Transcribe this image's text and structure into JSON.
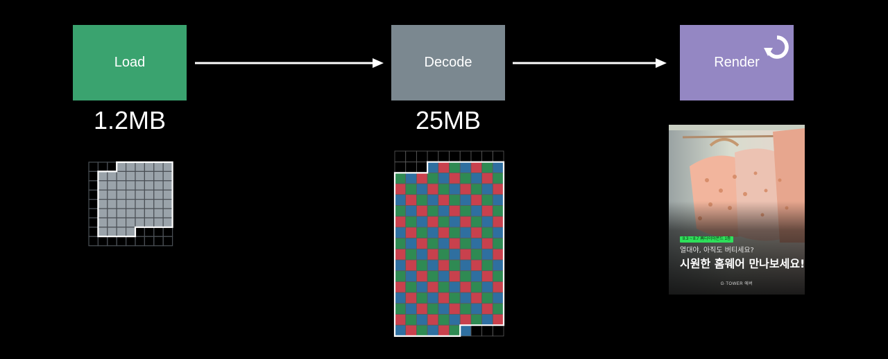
{
  "stages": {
    "load": {
      "label": "Load",
      "color": "#3aa36f",
      "size": "1.2MB"
    },
    "decode": {
      "label": "Decode",
      "color": "#7b8890",
      "size": "25MB"
    },
    "render": {
      "label": "Render",
      "color": "#9487c3",
      "icon": "rotate-cw-icon"
    }
  },
  "arrows": {
    "color": "#ffffff"
  },
  "pixel_grids": {
    "load": {
      "cell_color": "#9aa3aa",
      "line_color": "#4a4f55"
    },
    "decode": {
      "cell_colors": [
        "#c8414d",
        "#2f6fa0",
        "#2f8a53"
      ],
      "line_color": "#5a5a5a"
    }
  },
  "rendered_image": {
    "badge": "8.3 ~ 8.7 再다이아몬드 1층",
    "subtitle": "열대야, 아직도 버티세요?",
    "headline": "시원한 홈웨어 만나보세요!",
    "brand": "G·TOWER 에버"
  }
}
